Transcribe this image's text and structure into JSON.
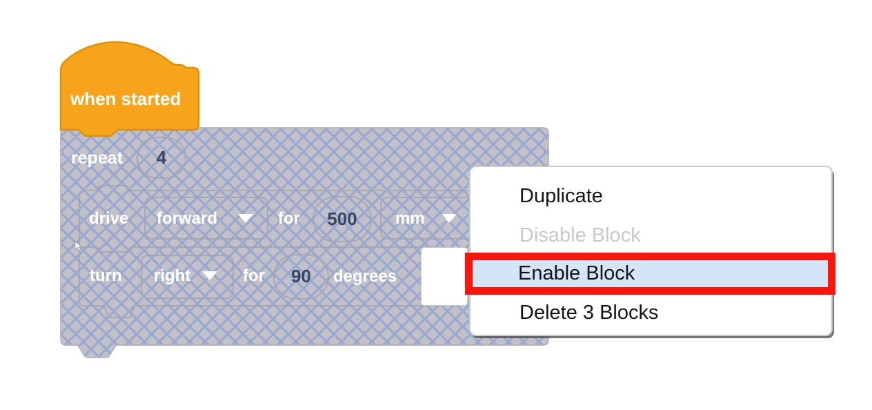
{
  "hat_block": {
    "label": "when started",
    "fill": "#F8A41B",
    "border": "#DB9208"
  },
  "repeat_block": {
    "label": "repeat",
    "count": "4"
  },
  "drive_block": {
    "verb": "drive",
    "direction": "forward",
    "for_label": "for",
    "distance": "500",
    "unit": "mm"
  },
  "turn_block": {
    "verb": "turn",
    "direction": "right",
    "for_label": "for",
    "angle": "90",
    "unit_label": "degrees"
  },
  "disabled_style": {
    "hatch_background": "#C2C1C6",
    "hatch_line_color": "#94A6D8",
    "outline_color": "#A4A4AC",
    "value_text_color": "#3A4763"
  },
  "context_menu": {
    "items": [
      {
        "label": "Duplicate",
        "state": "enabled"
      },
      {
        "label": "Disable Block",
        "state": "disabled"
      },
      {
        "label": "Enable Block",
        "state": "highlighted"
      },
      {
        "label": "Delete 3 Blocks",
        "state": "enabled"
      }
    ],
    "highlight_color": "#D3E5F7",
    "annotation_color": "#F9160C"
  }
}
